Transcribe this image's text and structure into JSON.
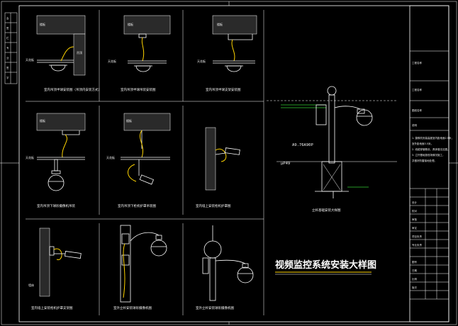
{
  "title": "视频监控系统安装大样图",
  "details": [
    {
      "id": "d1",
      "caption": "室内吊顶半球安装图（吊顶内安装方式）",
      "labels": [
        "楼板",
        "吊顶",
        "天花板"
      ]
    },
    {
      "id": "d2",
      "caption": "室内吊顶半球吊装安装图",
      "labels": [
        "楼板",
        "天花板"
      ]
    },
    {
      "id": "d3",
      "caption": "室内吊顶半球支架安装图",
      "labels": [
        "楼板",
        "天花板"
      ]
    },
    {
      "id": "d4",
      "caption": "室内吊顶下球形摄像机吊装",
      "labels": [
        "楼板",
        "天花板"
      ]
    },
    {
      "id": "d5",
      "caption": "室内吊顶下枪机护罩吊装图",
      "labels": [
        "楼板",
        "天花板"
      ]
    },
    {
      "id": "d6",
      "caption": "室内墙上安装枪机护罩图",
      "labels": []
    },
    {
      "id": "d7",
      "caption": "室内墙上安装枪机护罩支架图",
      "labels": [
        "墙体"
      ]
    },
    {
      "id": "d8",
      "caption": "室外立杆安装球形摄像机图",
      "labels": []
    },
    {
      "id": "d9",
      "caption": "室外立杆安装球形摄像机图",
      "labels": []
    },
    {
      "id": "d10",
      "caption": "立杆基础安装大样图",
      "labels": []
    }
  ],
  "pole_dims": {
    "top_note": "A9.76A90P",
    "base_note": "μP49"
  },
  "title_block": {
    "top_rows": [
      "工程名称",
      "工程名称",
      "图纸名称"
    ],
    "notes_header": "说明",
    "notes": [
      "1. 摄像机安装高度室内距地面2.5米，",
      "   室外距地面3.5米。",
      "2. 线缆穿管敷设，具体做法见图。",
      "3. 立杆基础按现场情况施工，",
      "   并做好防雷接地处理。"
    ],
    "rows": [
      "设计",
      "校对",
      "审核",
      "审定",
      "项目负责",
      "专业负责",
      "图号",
      "日期",
      "比例",
      "版次"
    ]
  },
  "left_strip": [
    "会",
    "签",
    "栏",
    "专",
    "业",
    "签",
    "字"
  ]
}
